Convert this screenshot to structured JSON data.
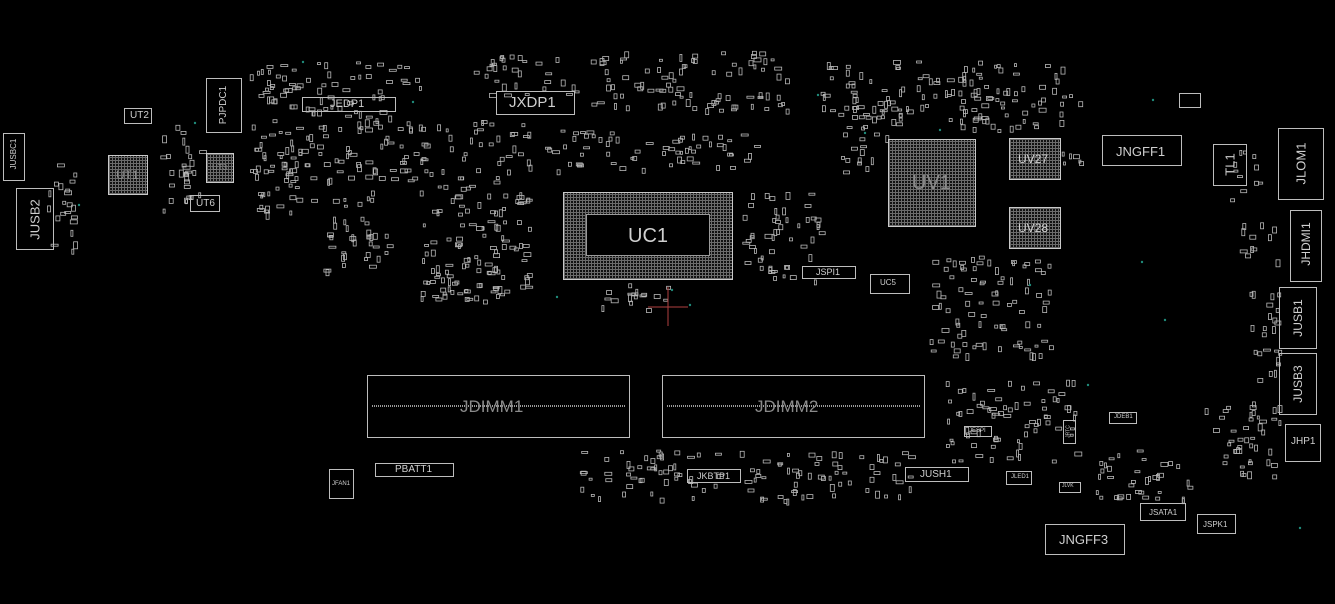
{
  "colors": {
    "background": "#000000",
    "outline": "#bdbdbd",
    "label": "#cfcfcf",
    "via": "#1f8a7a",
    "cursor": "#b04040"
  },
  "components": {
    "jusbc1": "JUSBC1",
    "jusb2": "JUSB2",
    "ut2": "UT2",
    "ut1": "UT1",
    "ut6": "UT6",
    "ut3": "UT3",
    "jpdc1": "PJPDC1",
    "jedp1": "JEDP1",
    "jxdp1": "JXDP1",
    "uc1": "UC1",
    "jspi1": "JSPI1",
    "uc5": "UC5",
    "uv1": "UV1",
    "uv27": "UV27",
    "uv28": "UV28",
    "jngff1": "JNGFF1",
    "tl1": "TL1",
    "jlom1": "JLOM1",
    "jhdmi1": "JHDMI1",
    "jusb1": "JUSB1",
    "jusb3": "JUSB3",
    "jhp1": "JHP1",
    "jdimm1": "JDIMM1",
    "jdimm2": "JDIMM2",
    "jfan1": "JFAN1",
    "pbatt1": "PBATT1",
    "jkbtp1": "JKBTP1",
    "jush1": "JUSH1",
    "jespi": "JESPI",
    "jled1": "JLED1",
    "jdeb1": "JDEB1",
    "jrtc": "JRTC",
    "jngff3": "JNGFF3",
    "jsata1": "JSATA1",
    "jspk1": "JSPK1",
    "jlvk": "JLVK"
  }
}
